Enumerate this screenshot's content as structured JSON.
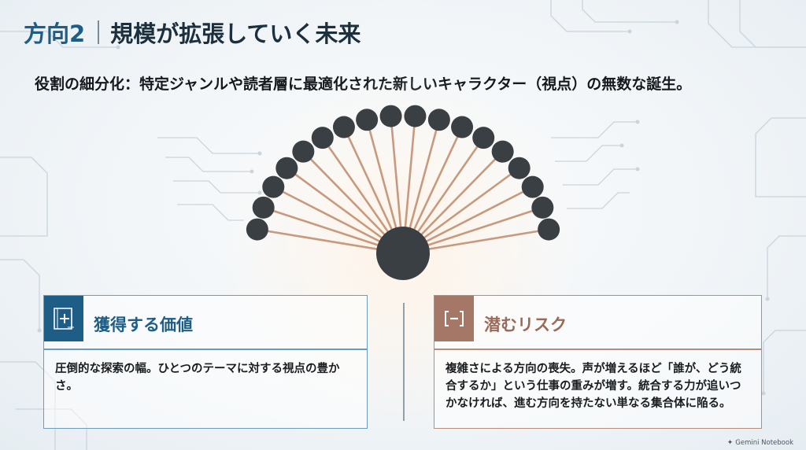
{
  "title": {
    "direction": "方向2",
    "heading": "規模が拡張していく未来"
  },
  "subtitle": "役割の細分化：特定ジャンルや読者層に最適化された新しいキャラクター（視点）の無数な誕生。",
  "cards": {
    "gain": {
      "icon": "plus-document-icon",
      "title": "獲得する価値",
      "body": "圧倒的な探索の幅。ひとつのテーマに対する視点の豊かさ。"
    },
    "risk": {
      "icon": "minus-bracket-icon",
      "title": "潜むリスク",
      "body": "複雑さによる方向の喪失。声が増えるほど「誰が、どう統合するか」という仕事の重みが増す。統合する力が追いつかなければ、進む方向を持たない単なる集合体に陥る。"
    }
  },
  "diagram": {
    "node_count": 18,
    "hub_color": "#3a3f44",
    "node_color": "#3a3f44",
    "spoke_color": "#c79a7e"
  },
  "brand": {
    "icon": "sparkle-icon",
    "label": "Gemini Notebook"
  },
  "colors": {
    "accent_blue": "#1e5d86",
    "accent_brown": "#a57767"
  }
}
